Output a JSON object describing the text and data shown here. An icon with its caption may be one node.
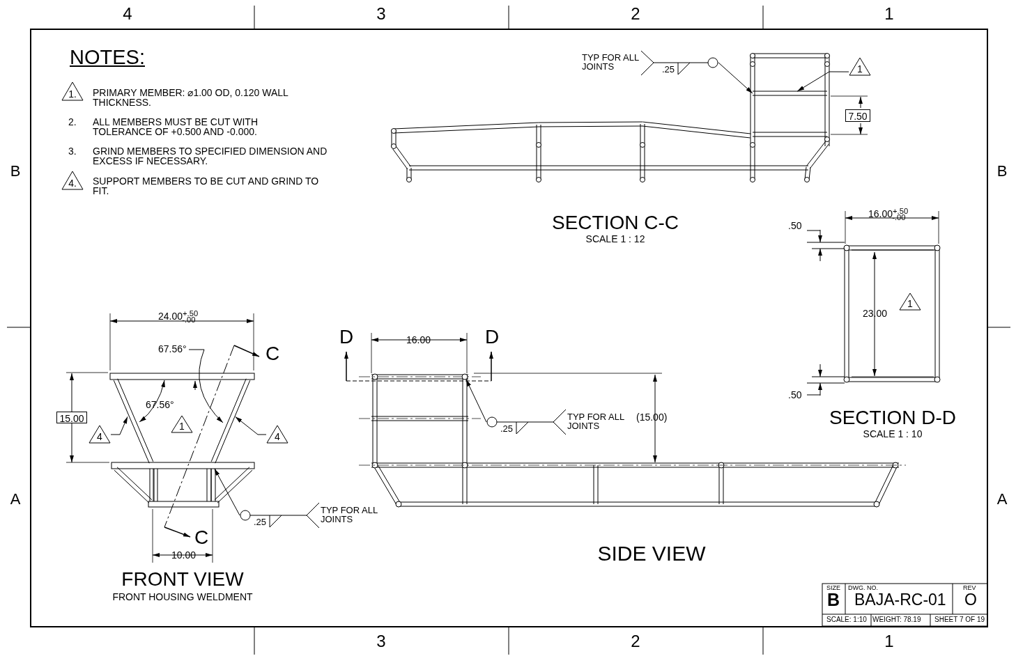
{
  "diagram": {
    "nodes": [
      {
        "text": [
          "1."
        ],
        "beside": [
          "PRIMARY MEMBER: ⌀1.00 OD, 0.120 WALL THICKNESS."
        ]
      },
      {
        "text": [
          "4."
        ],
        "beside": [
          "SUPPORT MEMBERS TO BE CUT AND GRIND TO FIT."
        ]
      },
      {
        "text": [
          "TYP FOR ALL JOINTS",
          ".25"
        ]
      },
      {
        "text": [
          "1"
        ]
      },
      {
        "text": [
          "7.50"
        ]
      },
      {
        "text": [
          "1"
        ]
      },
      {
        "text": [
          "4"
        ]
      },
      {
        "text": [
          "1"
        ]
      },
      {
        "text": [
          "4"
        ]
      },
      {
        "text": [
          "15.00"
        ]
      },
      {
        "text": [
          "TYP FOR ALL JOINTS",
          ".25"
        ]
      },
      {
        "text": [
          "TYP FOR ALL JOINTS",
          ".25"
        ]
      },
      {
        "text": [],
        "shape": "bar"
      },
      {
        "text": [],
        "shape": "bar"
      },
      {
        "text": [],
        "shape": "bar"
      },
      {
        "text": [],
        "shape": "bar"
      },
      {
        "text": [],
        "shape": "circle"
      }
    ],
    "edges": [
      {
        "from": 2,
        "to": 12,
        "arrow": "to"
      },
      {
        "from": 3,
        "to": 12,
        "arrow": "to"
      },
      {
        "from": 6,
        "to": 13,
        "arrow": "to"
      },
      {
        "from": 8,
        "to": 14,
        "arrow": "to"
      },
      {
        "from": 10,
        "to": 15,
        "arrow": "to"
      },
      {
        "from": 11,
        "to": 16,
        "arrow": "to"
      }
    ],
    "labels": [
      "4",
      "3",
      "2",
      "1",
      "NOTES:",
      "B",
      "B",
      "2.",
      "ALL MEMBERS MUST BE CUT WITH TOLERANCE OF +0.500 AND -0.000.",
      "3.",
      "GRIND MEMBERS TO SPECIFIED DIMENSION AND EXCESS IF NECESSARY.",
      "SECTION C-C",
      "SCALE 1 : 12",
      "16.00$^{+.50}$$_{-.00}$",
      ".50",
      "23.00",
      "24.00$^{+.50}$$_{-.00}$",
      "67.56°",
      "C",
      "D",
      "16.00",
      "D",
      "67.56°",
      ".50",
      "(15.00)",
      "SECTION D-D",
      "SCALE 1 : 10",
      "A",
      "A",
      "C",
      "10.00",
      "SIDE VIEW",
      "FRONT VIEW",
      "FRONT HOUSING WELDMENT",
      "SIZE",
      "DWG. NO.",
      "REV",
      "B",
      "BAJA-RC-01",
      "O",
      "SCALE: 1:10",
      "WEIGHT: 78.19",
      "SHEET 7 OF 19",
      "3",
      "2",
      "1"
    ]
  }
}
